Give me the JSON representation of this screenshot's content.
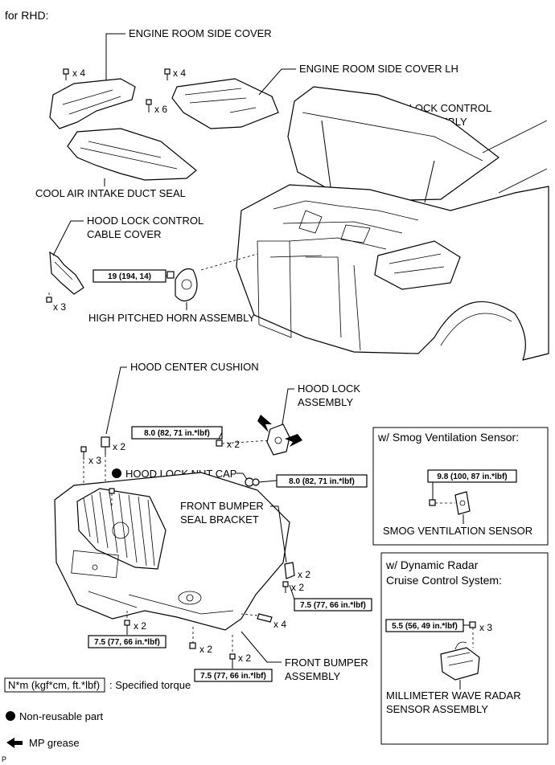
{
  "header": {
    "variant": "for RHD:"
  },
  "labels": {
    "engine_room_side_cover": "ENGINE ROOM SIDE COVER",
    "engine_room_side_cover_lh": "ENGINE ROOM SIDE COVER LH",
    "hood_lock_control_cable_assembly_1": "HOOD LOCK CONTROL",
    "hood_lock_control_cable_assembly_2": "CABLE ASSEMBLY",
    "cool_air_intake_duct_seal": "COOL AIR INTAKE DUCT SEAL",
    "hood_lock_control_cable_cover_1": "HOOD LOCK CONTROL",
    "hood_lock_control_cable_cover_2": "CABLE COVER",
    "high_pitched_horn_assembly": "HIGH PITCHED HORN ASSEMBLY",
    "hood_center_cushion": "HOOD CENTER CUSHION",
    "hood_lock_assembly_1": "HOOD LOCK",
    "hood_lock_assembly_2": "ASSEMBLY",
    "hood_lock_nut_cap": "HOOD LOCK NUT CAP",
    "front_bumper_seal_bracket_1": "FRONT BUMPER",
    "front_bumper_seal_bracket_2": "SEAL BRACKET",
    "front_bumper_assembly_1": "FRONT BUMPER",
    "front_bumper_assembly_2": "ASSEMBLY",
    "smog_ventilation_sensor": "SMOG VENTILATION SENSOR",
    "millimeter_wave_radar_1": "MILLIMETER WAVE RADAR",
    "millimeter_wave_radar_2": "SENSOR ASSEMBLY"
  },
  "quantities": {
    "x4_a": "x 4",
    "x4_b": "x 4",
    "x6": "x 6",
    "x3_cover": "x 3",
    "x2_cushion": "x 2",
    "x3_bumper_top": "x 3",
    "x2_hood_lock": "x 2",
    "x2_bracket_a": "x 2",
    "x2_bracket_b": "x 2",
    "x4_side": "x 4",
    "x2_bottom_left": "x 2",
    "x2_bottom_mid": "x 2",
    "x2_bottom_right": "x 2",
    "x3_radar": "x 3"
  },
  "torques": {
    "horn": "19 (194, 14)",
    "hood_lock_top": "8.0 (82, 71 in.*lbf)",
    "hood_lock_bottom": "8.0 (82, 71 in.*lbf)",
    "bracket": "7.5 (77, 66 in.*lbf)",
    "bumper_left": "7.5 (77, 66 in.*lbf)",
    "bumper_bottom": "7.5 (77, 66 in.*lbf)",
    "smog_sensor": "9.8 (100, 87 in.*lbf)",
    "radar": "5.5 (56, 49 in.*lbf)"
  },
  "panels": {
    "smog_title": "w/ Smog Ventilation Sensor:",
    "radar_title_1": "w/ Dynamic Radar",
    "radar_title_2": "Cruise Control System:"
  },
  "legend": {
    "torque_box": "N*m (kgf*cm, ft.*lbf)",
    "torque_text": ": Specified torque",
    "non_reusable": "Non-reusable part",
    "mp_grease": "MP grease"
  },
  "footer": {
    "code": "P"
  }
}
